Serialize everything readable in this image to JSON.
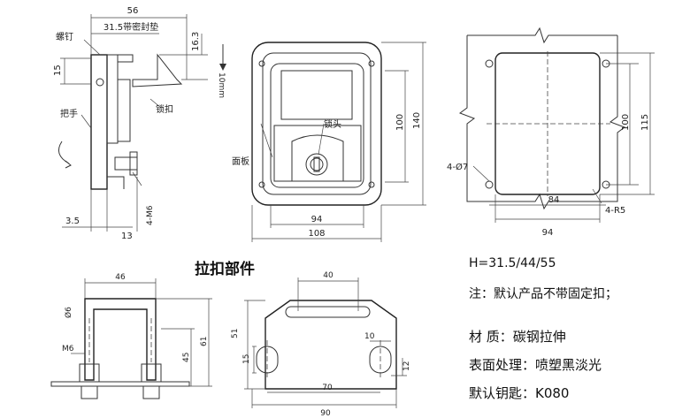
{
  "top_left": {
    "dim_56": "56",
    "dim_31_5": "31.5带密封垫",
    "dim_16_3": "16.3",
    "dim_10mm": "10mm",
    "dim_15": "15",
    "dim_3_5": "3.5",
    "dim_13": "13",
    "dim_4m6": "4-M6",
    "label_screw": "螺钉",
    "label_lock": "锁扣",
    "label_handle": "把手"
  },
  "top_mid": {
    "dim_100": "100",
    "dim_140": "140",
    "dim_94": "94",
    "dim_108": "108",
    "label_lockhead": "锁头",
    "label_panel": "面板"
  },
  "top_right": {
    "dim_100": "100",
    "dim_115": "115",
    "dim_84": "84",
    "dim_94": "94",
    "dim_4d7": "4-Ø7",
    "dim_4r5": "4-R5"
  },
  "bottom": {
    "section_title": "拉扣部件",
    "dim_46": "46",
    "dim_d6": "Ø6",
    "dim_m6": "M6",
    "dim_61": "61",
    "dim_45": "45",
    "dim_40": "40",
    "dim_51": "51",
    "dim_15": "15",
    "dim_10": "10",
    "dim_70": "70",
    "dim_90": "90",
    "dim_12": "12"
  },
  "info": {
    "heights": "H=31.5/44/55",
    "note": "注：默认产品不带固定扣；",
    "material": "材      质：碳钢拉伸",
    "surface": "表面处理：喷塑黑淡光",
    "key": "默认钥匙：K080"
  }
}
